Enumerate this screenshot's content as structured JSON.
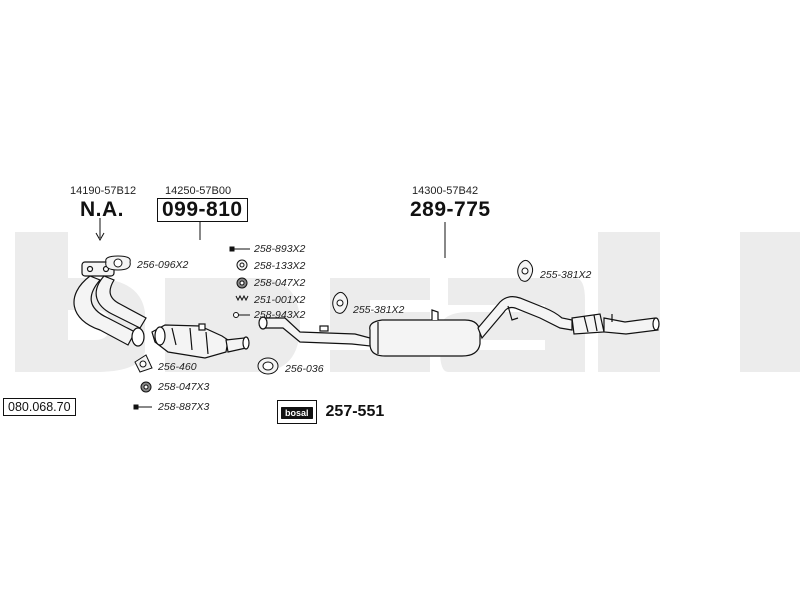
{
  "diagram": {
    "brand_watermark": "bosal",
    "catalog_number": "080.068.70",
    "oe_numbers": {
      "front_pipe": "14190-57B12",
      "catalyst": "14250-57B00",
      "rear_section": "14300-57B42"
    },
    "part_numbers": {
      "front_pipe": "N.A.",
      "catalyst": "099-810",
      "rear_section": "289-775"
    },
    "fittings": [
      "256-096X2",
      "258-893X2",
      "258-133X2",
      "258-047X2",
      "251-001X2",
      "258-943X2",
      "255-381X2",
      "255-381X2",
      "256-460",
      "258-047X3",
      "258-887X3",
      "256-036"
    ],
    "mounting_kit": {
      "badge": "bosal",
      "number": "257-551"
    },
    "colors": {
      "ink": "#111111",
      "watermark": "#ececec",
      "pipe_fill": "#f4f4f4"
    }
  }
}
